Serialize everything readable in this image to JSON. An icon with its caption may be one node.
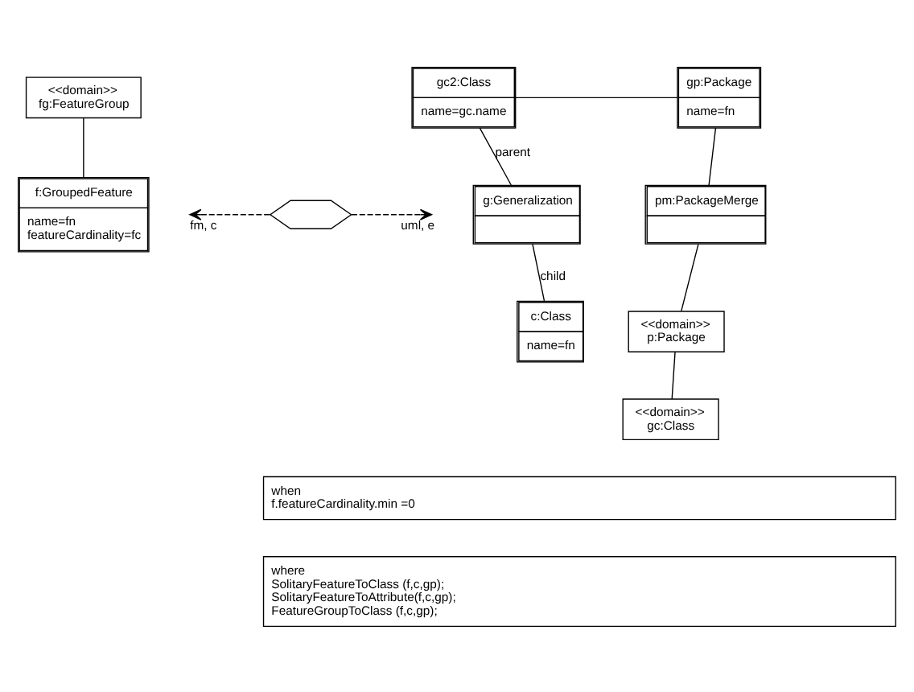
{
  "diagram": {
    "nodes": [
      {
        "text": [
          "<<domain>>",
          "fg:FeatureGroup"
        ]
      },
      {
        "text": [
          "f:GroupedFeature",
          "name=fn",
          "featureCardinality=fc"
        ]
      },
      {
        "text": [],
        "shape": "hexagon"
      },
      {
        "text": [
          "gc2:Class",
          "name=gc.name"
        ]
      },
      {
        "text": [
          "g:Generalization"
        ]
      },
      {
        "text": [
          "c:Class",
          "name=fn"
        ]
      },
      {
        "text": [
          "gp:Package",
          "name=fn"
        ]
      },
      {
        "text": [
          "pm:PackageMerge"
        ]
      },
      {
        "text": [
          "<<domain>>",
          "p:Package"
        ]
      },
      {
        "text": [
          "<<domain>>",
          "gc:Class"
        ]
      },
      {
        "text": [
          "when",
          "f.featureCardinality.min =0"
        ]
      },
      {
        "text": [
          "where",
          "SolitaryFeatureToClass (f,c,gp);",
          "SolitaryFeatureToAttribute(f,c,gp);",
          "FeatureGroupToClass (f,c,gp);"
        ]
      }
    ],
    "edges": [
      {
        "from": 0,
        "to": 1,
        "arrow": "none"
      },
      {
        "from": 2,
        "to": null,
        "arrow": "to",
        "style": "dashed",
        "label": "fm, c"
      },
      {
        "from": 2,
        "to": null,
        "arrow": "to",
        "style": "dashed",
        "label": "uml, e"
      },
      {
        "from": 3,
        "to": 6,
        "arrow": "none"
      },
      {
        "from": 3,
        "to": 4,
        "arrow": "none",
        "label": "parent"
      },
      {
        "from": 4,
        "to": 5,
        "arrow": "none",
        "label": "child"
      },
      {
        "from": 6,
        "to": 7,
        "arrow": "none"
      },
      {
        "from": 7,
        "to": 8,
        "arrow": "none"
      },
      {
        "from": 8,
        "to": 9,
        "arrow": "none"
      }
    ]
  }
}
